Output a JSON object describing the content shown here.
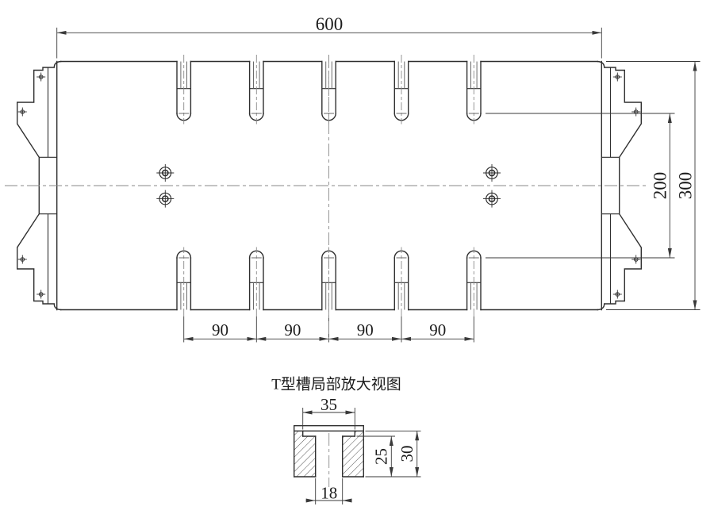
{
  "main_view": {
    "dim_overall_width": "600",
    "dim_overall_height": "300",
    "dim_slot_span": "200",
    "dim_slot_pitches": [
      "90",
      "90",
      "90",
      "90"
    ]
  },
  "detail_view": {
    "title": "T型槽局部放大视图",
    "dim_slot_top_width": "35",
    "dim_slot_throat_width": "18",
    "dim_slot_depth": "25",
    "dim_slot_total_depth": "30"
  },
  "colors": {
    "background": "#ffffff",
    "main_line": "#2f2f2f",
    "thin_line": "#6a6a6a",
    "center_line": "#8a8a8a",
    "text": "#1c1c1c"
  }
}
